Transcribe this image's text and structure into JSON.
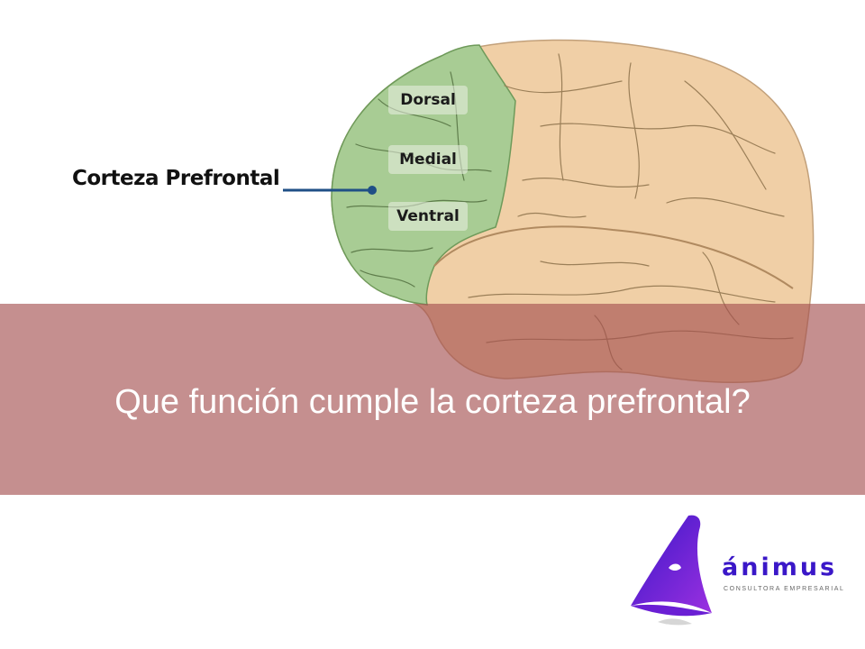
{
  "diagram": {
    "callout_label": "Corteza Prefrontal",
    "regions": [
      "Dorsal",
      "Medial",
      "Ventral"
    ],
    "colors": {
      "prefrontal_fill": "#a8cc94",
      "brain_fill": "#f0cfa6",
      "sulci": "#9b7f58",
      "pointer_line": "#1f4f86"
    }
  },
  "question": {
    "text": "Que función cumple la corteza prefrontal?",
    "band_color": "#a55050"
  },
  "brand": {
    "name": "ánimus",
    "tagline": "CONSULTORA EMPRESARIAL",
    "colors": {
      "primary": "#3a17c8",
      "secondary": "#8a2be2"
    }
  }
}
